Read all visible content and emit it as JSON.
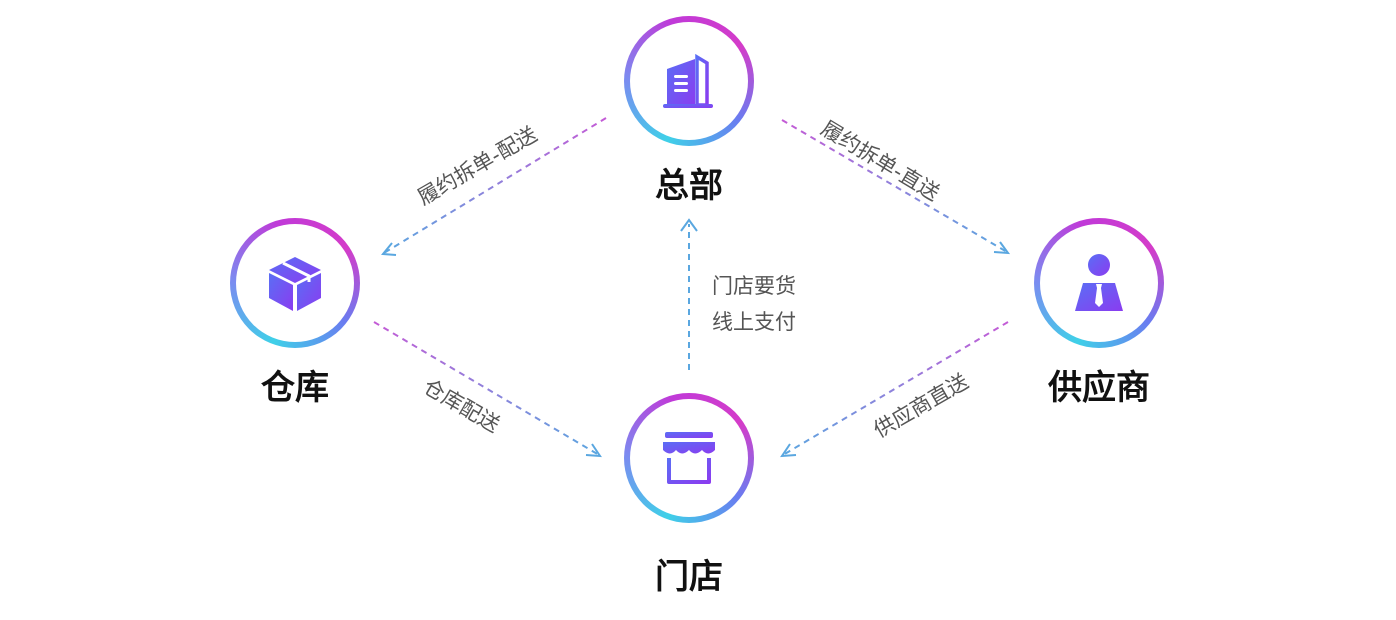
{
  "nodes": {
    "hq": {
      "label": "总部",
      "icon": "building-icon"
    },
    "warehouse": {
      "label": "仓库",
      "icon": "box-icon"
    },
    "supplier": {
      "label": "供应商",
      "icon": "person-tie-icon"
    },
    "store": {
      "label": "门店",
      "icon": "storefront-icon"
    }
  },
  "edges": {
    "hq_to_warehouse": "履约拆单-配送",
    "hq_to_supplier": "履约拆单-直送",
    "warehouse_to_store": "仓库配送",
    "supplier_to_store": "供应商直送",
    "store_to_hq": [
      "门店要货",
      "线上支付"
    ]
  },
  "colors": {
    "gradient_start": "#3fd0e8",
    "gradient_end": "#d43cc9",
    "icon_start": "#5a6ef5",
    "icon_end": "#8a3cf0",
    "dash_blue": "#5aa7e0",
    "dash_purple": "#c45bd6"
  }
}
